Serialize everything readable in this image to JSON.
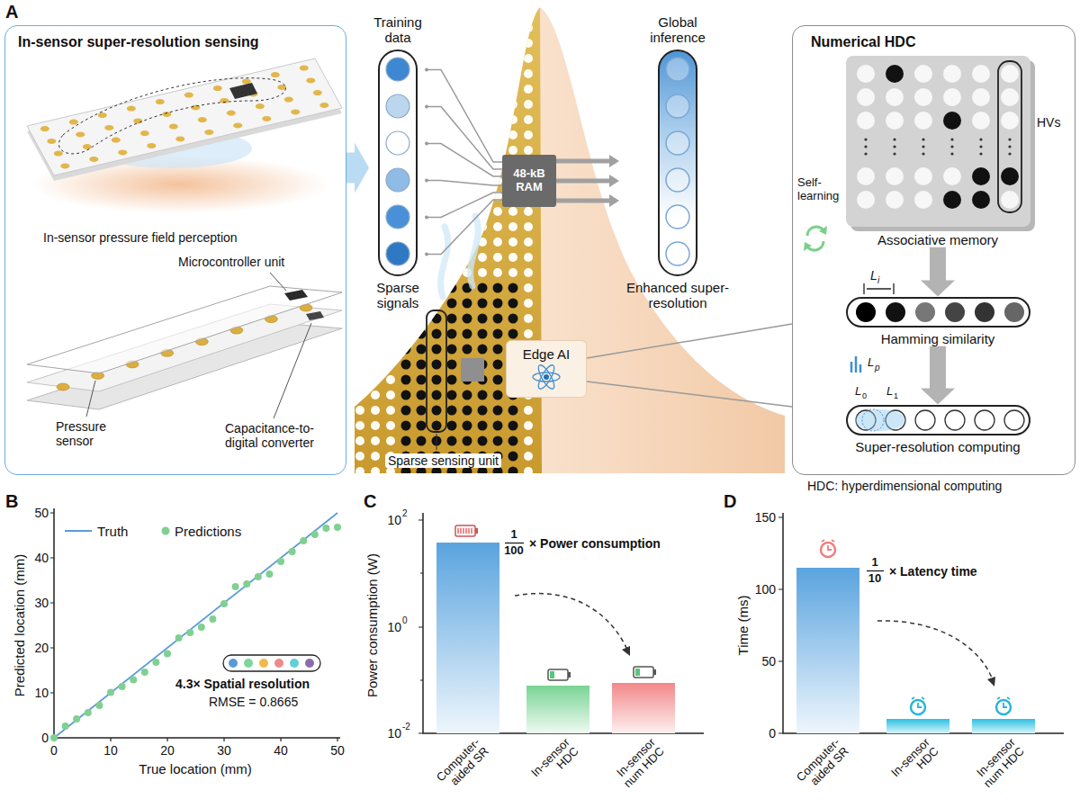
{
  "diagram": {
    "nodes": [
      {
        "text": [
          "In-sensor super-resolution sensing"
        ]
      },
      {
        "text": [
          "Training data",
          "Sparse signals"
        ]
      },
      {
        "text": [
          "48-kB RAM"
        ]
      },
      {
        "text": [
          "Global inference",
          "Enhanced super-resolution"
        ]
      },
      {
        "text": [
          "Edge AI"
        ]
      },
      {
        "text": [
          "Numerical HDC"
        ]
      },
      {
        "text": [
          "Associative memory"
        ],
        "in": 5
      },
      {
        "text": [
          "Hamming similarity"
        ],
        "in": 5
      },
      {
        "text": [
          "Super-resolution computing"
        ],
        "in": 5
      }
    ],
    "edges": [
      {
        "from": 0,
        "to": 1,
        "arrow": "to"
      },
      {
        "from": 1,
        "to": 2,
        "arrow": "none"
      },
      {
        "from": 2,
        "to": 3,
        "arrow": "to"
      },
      {
        "from": 4,
        "to": 5,
        "arrow": "none"
      },
      {
        "from": 6,
        "to": 7,
        "arrow": "to"
      },
      {
        "from": 7,
        "to": 8,
        "arrow": "to"
      }
    ],
    "labels": [
      "A",
      "In-sensor pressure field perception",
      "Microcontroller unit",
      "Capacitance-to-digital converter",
      "Pressure sensor",
      "Sparse sensing unit",
      "Self-learning",
      "HVs",
      "L",
      "i",
      "L",
      "p",
      "L",
      "0",
      "L",
      "1",
      "HDC: hyperdimensional computing",
      "B",
      "Predicted location (mm)",
      "True location (mm)",
      "0",
      "10",
      "20",
      "30",
      "40",
      "50",
      "0",
      "10",
      "20",
      "30",
      "40",
      "50",
      "4.3× Spatial resolution",
      "RMSE = 0.8665",
      "C",
      "Power consumption (W)",
      "10",
      "2",
      "10",
      "0",
      "10",
      "-2",
      "Computer-aided SR",
      "In-sensor HDC",
      "In-sensor num HDC",
      "1",
      "100",
      "× Power consumption",
      "D",
      "Time (ms)",
      "0",
      "50",
      "100",
      "150",
      "Computer-aided SR",
      "In-sensor HDC",
      "In-sensor num HDC",
      "1",
      "10",
      "× Latency time"
    ],
    "legend": [
      {
        "text": "Truth"
      },
      {
        "text": "Predictions"
      }
    ]
  }
}
